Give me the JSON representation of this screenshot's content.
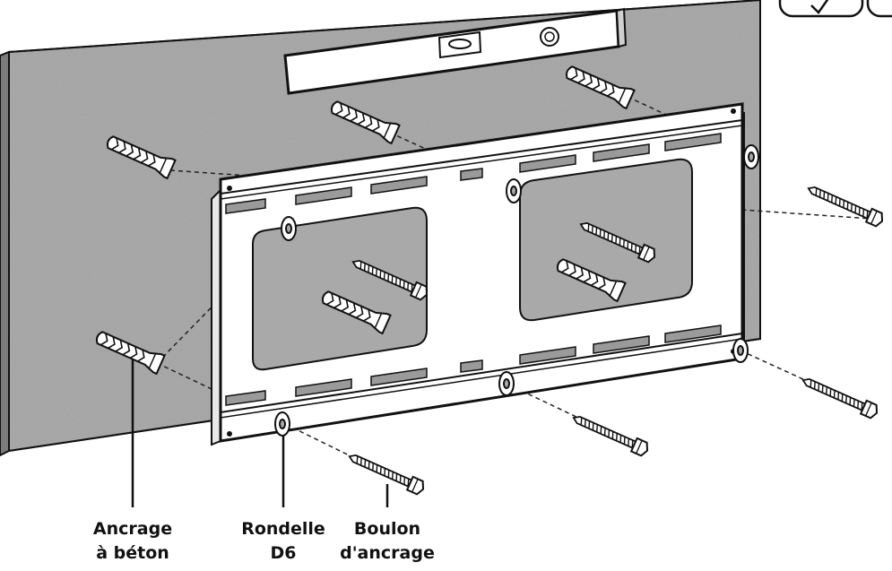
{
  "labels": {
    "anchor": {
      "line1": "Ancrage",
      "line2": "à béton"
    },
    "washer": {
      "line1": "Rondelle",
      "line2": "D6"
    },
    "bolt": {
      "line1": "Boulon",
      "line2": "d'ancrage"
    }
  },
  "parts": {
    "wall_anchor_count": 6,
    "washer_count": 6,
    "lag_bolt_count": 6
  },
  "colors": {
    "wall_fill": "#a9a9a9",
    "wall_dark": "#8f8f8f",
    "bracket_fill": "#ffffff",
    "bracket_slot": "#9a9a9a",
    "line": "#111111"
  },
  "icons": [
    "bubble-level-icon",
    "checkmark-icon"
  ]
}
